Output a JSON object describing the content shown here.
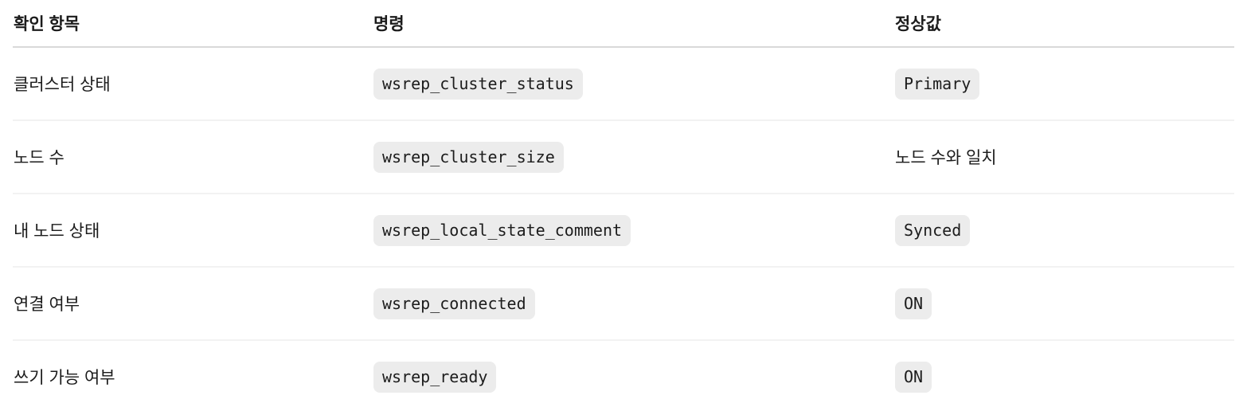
{
  "table": {
    "columns": [
      {
        "label": "확인 항목"
      },
      {
        "label": "명령"
      },
      {
        "label": "정상값"
      }
    ],
    "rows": [
      {
        "item": "클러스터 상태",
        "command": "wsrep_cluster_status",
        "normal_value": "Primary",
        "normal_value_style": "code"
      },
      {
        "item": "노드 수",
        "command": "wsrep_cluster_size",
        "normal_value": "노드 수와 일치",
        "normal_value_style": "plain"
      },
      {
        "item": "내 노드 상태",
        "command": "wsrep_local_state_comment",
        "normal_value": "Synced",
        "normal_value_style": "code"
      },
      {
        "item": "연결 여부",
        "command": "wsrep_connected",
        "normal_value": "ON",
        "normal_value_style": "code"
      },
      {
        "item": "쓰기 가능 여부",
        "command": "wsrep_ready",
        "normal_value": "ON",
        "normal_value_style": "code"
      }
    ],
    "colors": {
      "header_border": "#d9d9d9",
      "row_border": "#f2f2f2",
      "code_chip_background": "#ececec",
      "text": "#1b1b1b"
    }
  }
}
